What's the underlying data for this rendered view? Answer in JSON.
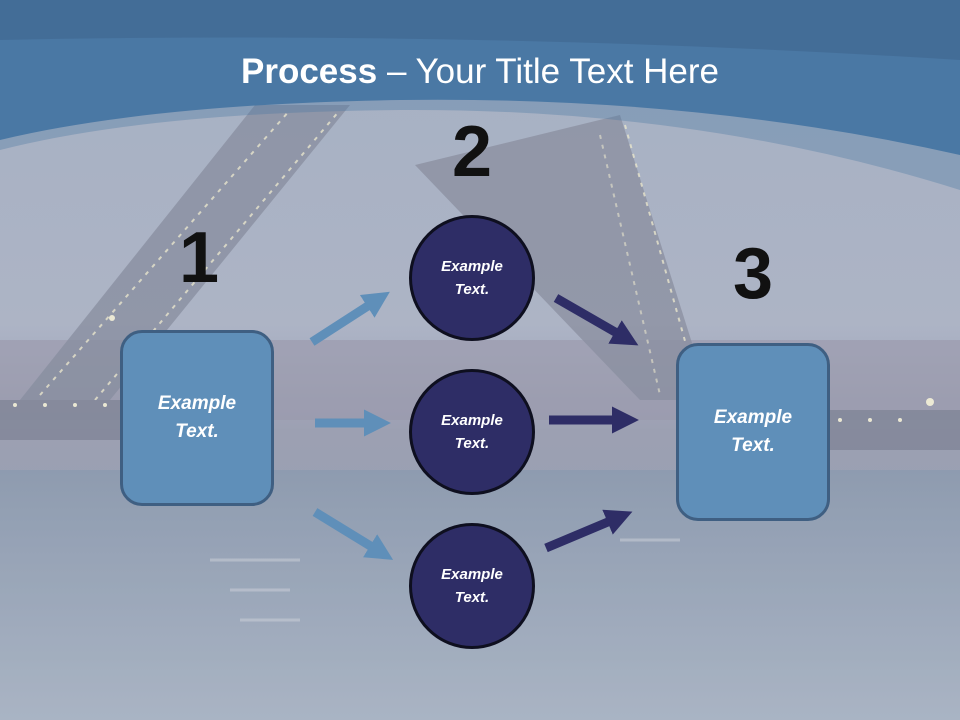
{
  "slide": {
    "title_bold": "Process",
    "title_rest": " – Your Title Text Here"
  },
  "steps": [
    {
      "number": "1"
    },
    {
      "number": "2"
    },
    {
      "number": "3"
    }
  ],
  "nodes": {
    "left_box": {
      "line1": "Example",
      "line2": "Text."
    },
    "circle_top": {
      "line1": "Example",
      "line2": "Text."
    },
    "circle_middle": {
      "line1": "Example",
      "line2": "Text."
    },
    "circle_bottom": {
      "line1": "Example",
      "line2": "Text."
    },
    "right_box": {
      "line1": "Example",
      "line2": "Text."
    }
  },
  "colors": {
    "header_blue": "#4a78a4",
    "box_fill": "#5f8fb9",
    "box_border": "#3f5f82",
    "circle_fill": "#2e2d66",
    "arrow_light": "#5f8fb9",
    "arrow_dark": "#2e2d66",
    "number_text": "#111111",
    "title_text": "#ffffff"
  }
}
